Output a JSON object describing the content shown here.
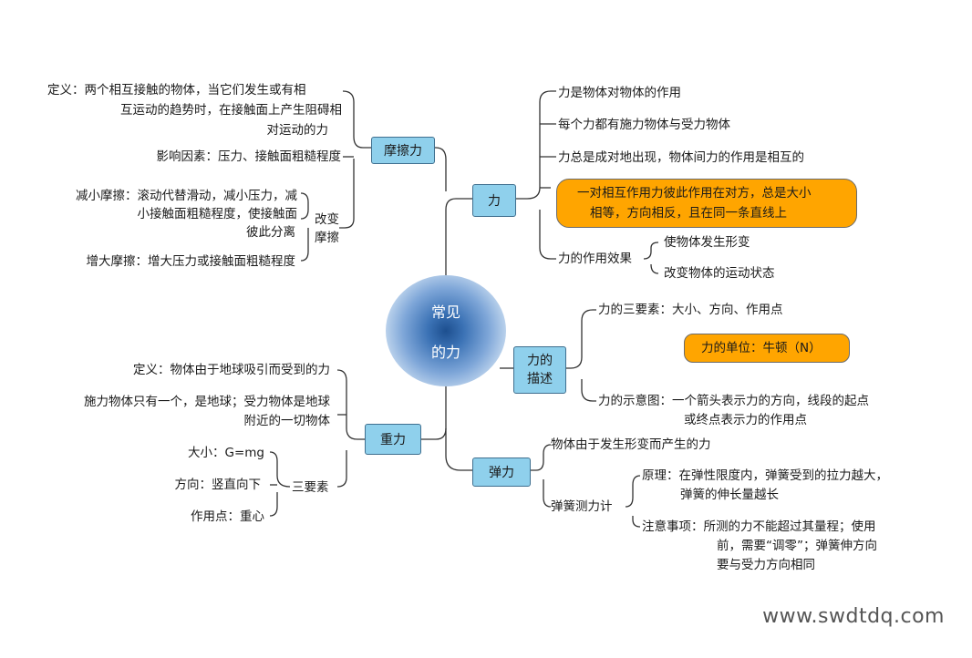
{
  "center": {
    "line1": "常见",
    "line2": "的力"
  },
  "friction": {
    "title": "摩擦力",
    "def_line1": "定义：两个相互接触的物体，当它们发生或有相",
    "def_line2": "互运动的趋势时，在接触面上产生阻碍相",
    "def_line3": "对运动的力",
    "factors": "影响因素：压力、接触面粗糙程度",
    "change_label_1": "改变",
    "change_label_2": "摩擦",
    "reduce_line1": "减小摩擦：滚动代替滑动，减小压力，减",
    "reduce_line2": "小接触面粗糙程度，使接触面",
    "reduce_line3": "彼此分离",
    "increase": "增大摩擦：增大压力或接触面粗糙程度"
  },
  "force": {
    "title": "力",
    "item1": "力是物体对物体的作用",
    "item2": "每个力都有施力物体与受力物体",
    "item3": "力总是成对地出现，物体间力的作用是相互的",
    "bubble_line1": "一对相互作用力彼此作用在对方，总是大小",
    "bubble_line2": "相等，方向相反，且在同一条直线上",
    "effect_label": "力的作用效果",
    "effect1": "使物体发生形变",
    "effect2": "改变物体的运动状态"
  },
  "description": {
    "title_1": "力的",
    "title_2": "描述",
    "three_elements": "力的三要素：大小、方向、作用点",
    "unit_bubble": "力的单位：牛顿（N）",
    "diagram_line1": "力的示意图：一个箭头表示力的方向，线段的起点",
    "diagram_line2": "或终点表示力的作用点"
  },
  "gravity": {
    "title": "重力",
    "def": "定义：物体由于地球吸引而受到的力",
    "source_line1": "施力物体只有一个，是地球；受力物体是地球",
    "source_line2": "附近的一切物体",
    "size": "大小：G=mg",
    "direction": "方向：竖直向下",
    "point": "作用点：重心",
    "elements_label": "三要素"
  },
  "elastic": {
    "title": "弹力",
    "def": "物体由于发生形变而产生的力",
    "gauge_label": "弹簧测力计",
    "principle_line1": "原理：在弹性限度内，弹簧受到的拉力越大，",
    "principle_line2": "弹簧的伸长量越长",
    "notes_line1": "注意事项：所测的力不能超过其量程；使用",
    "notes_line2": "前，需要“调零”；弹簧伸方向",
    "notes_line3": "要与受力方向相同"
  },
  "watermark": "www.swdtdq.com",
  "colors": {
    "node_fill": "#8fd0ec",
    "bubble_fill": "#ffa500",
    "center_core": "#1d4f8f"
  }
}
